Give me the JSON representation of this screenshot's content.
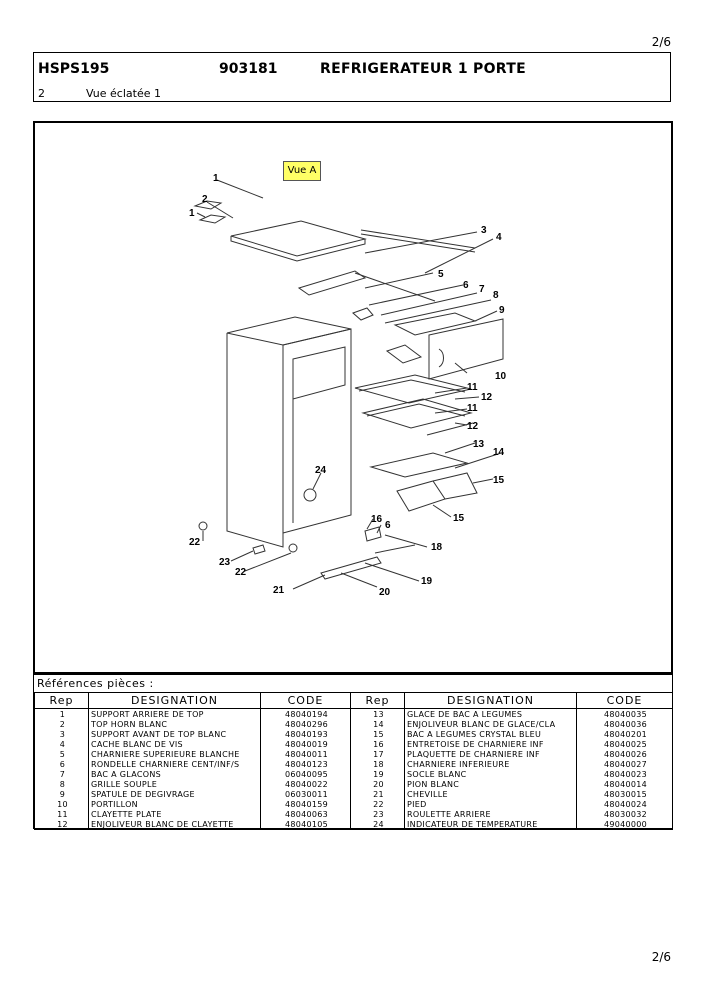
{
  "page": {
    "number": "2/6"
  },
  "header": {
    "model": "HSPS195",
    "code": "903181",
    "title": "REFRIGERATEUR 1 PORTE",
    "section_number": "2",
    "section_label": "Vue éclatée 1"
  },
  "drawing": {
    "view_label": "Vue A",
    "callouts": [
      "1",
      "2",
      "1",
      "3",
      "4",
      "5",
      "6",
      "7",
      "8",
      "9",
      "10",
      "11",
      "12",
      "11",
      "12",
      "13",
      "14",
      "15",
      "15",
      "24",
      "16",
      "6",
      "22",
      "23",
      "22",
      "18",
      "19",
      "21",
      "20"
    ]
  },
  "references": {
    "title": "Références pièces  :",
    "headers": {
      "rep": "Rep",
      "designation": "DESIGNATION",
      "code": "CODE"
    },
    "rows": [
      {
        "rep1": "1",
        "des1": "SUPPORT ARRIERE DE TOP",
        "code1": "48040194",
        "rep2": "13",
        "des2": "GLACE DE BAC A LEGUMES",
        "code2": "48040035"
      },
      {
        "rep1": "2",
        "des1": "TOP HORN BLANC",
        "code1": "48040296",
        "rep2": "14",
        "des2": "ENJOLIVEUR BLANC DE GLACE/CLA",
        "code2": "48040036"
      },
      {
        "rep1": "3",
        "des1": "SUPPORT AVANT DE TOP BLANC",
        "code1": "48040193",
        "rep2": "15",
        "des2": "BAC A LEGUMES CRYSTAL BLEU",
        "code2": "48040201"
      },
      {
        "rep1": "4",
        "des1": "CACHE BLANC DE VIS",
        "code1": "48040019",
        "rep2": "16",
        "des2": "ENTRETOISE DE CHARNIERE INF",
        "code2": "48040025"
      },
      {
        "rep1": "5",
        "des1": "CHARNIERE SUPERIEURE BLANCHE",
        "code1": "48040011",
        "rep2": "17",
        "des2": "PLAQUETTE DE CHARNIERE INF",
        "code2": "48040026"
      },
      {
        "rep1": "6",
        "des1": "RONDELLE CHARNIERE CENT/INF/S",
        "code1": "48040123",
        "rep2": "18",
        "des2": "CHARNIERE INFERIEURE",
        "code2": "48040027"
      },
      {
        "rep1": "7",
        "des1": "BAC A GLACONS",
        "code1": "06040095",
        "rep2": "19",
        "des2": "SOCLE BLANC",
        "code2": "48040023"
      },
      {
        "rep1": "8",
        "des1": "GRILLE SOUPLE",
        "code1": "48040022",
        "rep2": "20",
        "des2": "PION BLANC",
        "code2": "48040014"
      },
      {
        "rep1": "9",
        "des1": "SPATULE DE DEGIVRAGE",
        "code1": "06030011",
        "rep2": "21",
        "des2": "CHEVILLE",
        "code2": "48030015"
      },
      {
        "rep1": "10",
        "des1": "PORTILLON",
        "code1": "48040159",
        "rep2": "22",
        "des2": "PIED",
        "code2": "48040024"
      },
      {
        "rep1": "11",
        "des1": "CLAYETTE PLATE",
        "code1": "48040063",
        "rep2": "23",
        "des2": "ROULETTE ARRIERE",
        "code2": "48030032"
      },
      {
        "rep1": "12",
        "des1": "ENJOLIVEUR BLANC DE CLAYETTE",
        "code1": "48040105",
        "rep2": "24",
        "des2": "INDICATEUR DE TEMPERATURE",
        "code2": "49040000"
      }
    ]
  }
}
